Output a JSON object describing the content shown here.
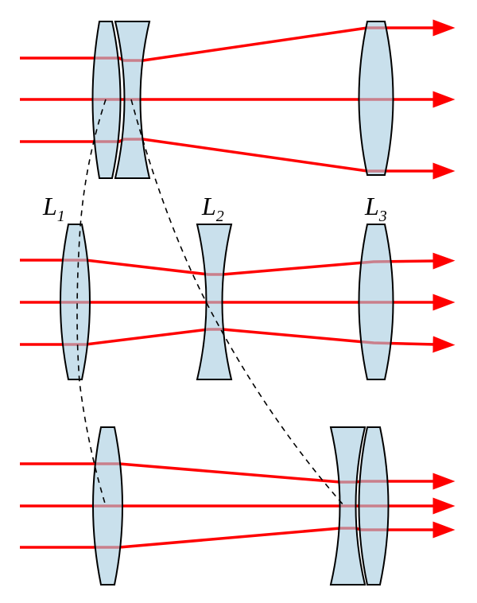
{
  "labels": {
    "l1": "L",
    "l1_sub": "1",
    "l2": "L",
    "l2_sub": "2",
    "l3": "L",
    "l3_sub": "3"
  },
  "colors": {
    "ray": "#ff0000",
    "lens": "#c8dfea"
  }
}
